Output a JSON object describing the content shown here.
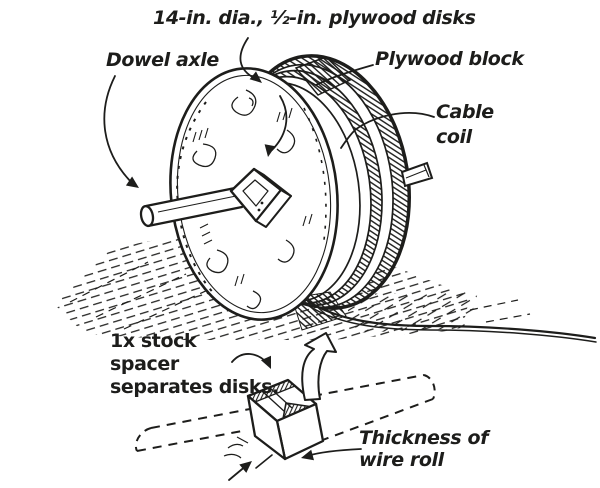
{
  "figure": {
    "kind": "hand-drawn instructional sketch",
    "ink_color": "#1d1d1b",
    "paper_color": "#ffffff"
  },
  "labels": {
    "title": "14-in. dia., ½-in. plywood disks",
    "dowel_axle": "Dowel axle",
    "plywood_block": "Plywood block",
    "cable_coil": "Cable\ncoil",
    "spacer_note": "1x stock\nspacer\nseparates disks.",
    "thickness_note": "Thickness of\nwire roll"
  },
  "parts": [
    "front-plywood-disk",
    "rear-plywood-disk",
    "cable-coil-band",
    "dowel-axle",
    "hub-plywood-block",
    "rear-axle-stub",
    "trailing-cable",
    "ground-hatching",
    "spacer-block-detail",
    "dashed-dowel-detail",
    "up-arrow",
    "thickness-dimension-arrows"
  ]
}
